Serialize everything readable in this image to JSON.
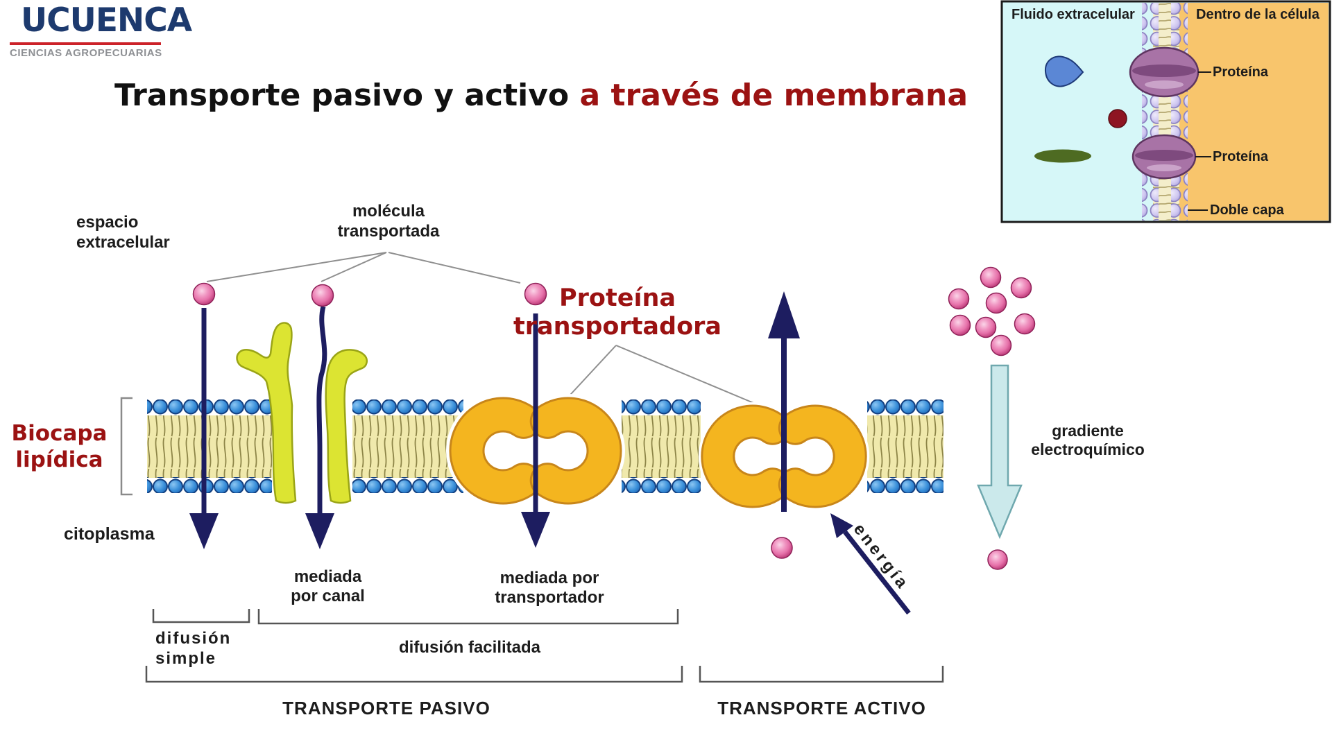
{
  "logo": {
    "title": "UCUENCA",
    "subtitle": "CIENCIAS AGROPECUARIAS"
  },
  "title": {
    "part_black": "Transporte pasivo y activo",
    "part_red": "a través de membrana"
  },
  "inset": {
    "extracellular_label": "Fluido extracelular",
    "intracellular_label": "Dentro de la célula",
    "protein_label_top": "Proteína",
    "protein_label_bottom": "Proteína",
    "bilayer_label": "Doble capa"
  },
  "diagram": {
    "extracellular_space": "espacio\nextracelular",
    "transported_molecule": "molécula\ntransportada",
    "transporter_protein": "Proteína\ntransportadora",
    "lipid_bilayer": "Biocapa\nlipídica",
    "cytoplasm": "citoplasma",
    "channel_mediated": "mediada\npor canal",
    "carrier_mediated": "mediada por\ntransportador",
    "simple_diffusion": "difusión\nsimple",
    "facilitated_diffusion": "difusión facilitada",
    "passive_transport": "TRANSPORTE PASIVO",
    "active_transport": "TRANSPORTE ACTIVO",
    "electrochemical_gradient": "gradiente\nelectroquímico",
    "energy": "energía"
  },
  "colors": {
    "title_red": "#9b1212",
    "arrow_navy": "#1d1d60",
    "membrane_head_blue": "#2f88d8",
    "membrane_tail_yellow": "#f0e9ac",
    "channel_protein_green": "#dce432",
    "carrier_protein_orange": "#f4b51f",
    "molecule_pink": "#ee82b4",
    "inset_extracellular_cyan": "#d6f7f8",
    "inset_intracellular_orange": "#f8c56c",
    "inset_protein_purple": "#a873a6",
    "gradient_arrow_blue": "#cbe9eb"
  }
}
